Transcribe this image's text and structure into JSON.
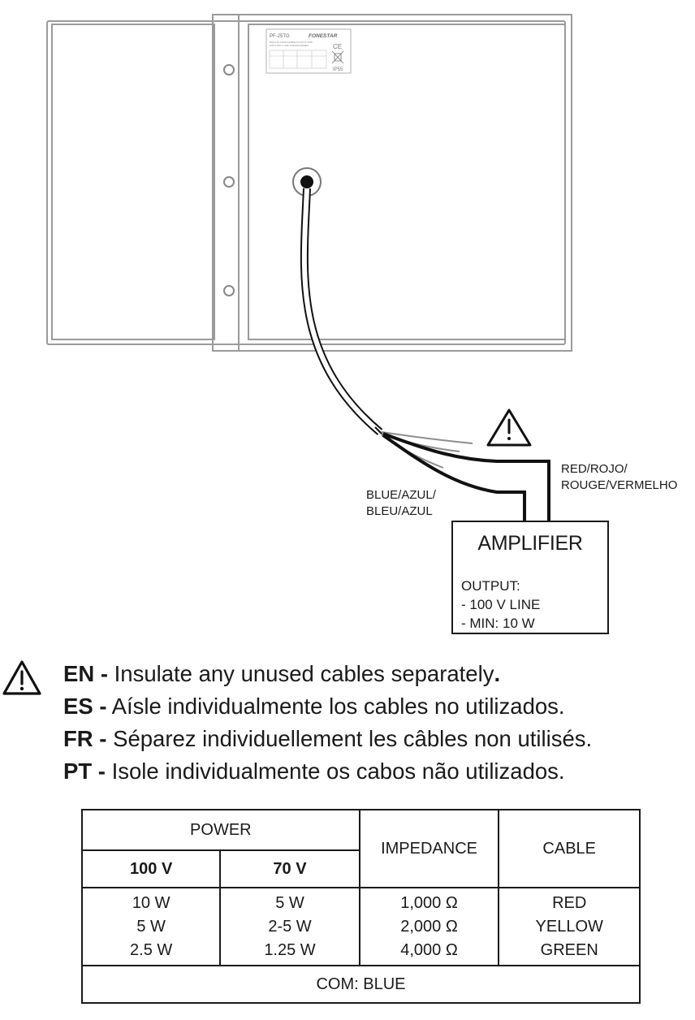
{
  "device": {
    "label_model": "PF-25TG",
    "label_brand": "FONESTAR",
    "label_text_1": "BUILT-IN SWITCHABLE PLASTIC AMP",
    "label_text_2": "WITH 100 V LINE TRANSFORMER",
    "label_ce": "CE",
    "label_ip": "IP55"
  },
  "wires": {
    "blue_label": [
      "BLUE/AZUL/",
      "BLEU/AZUL"
    ],
    "red_label": [
      "RED/ROJO/",
      "ROUGE/VERMELHO"
    ]
  },
  "amplifier": {
    "title": "AMPLIFIER",
    "lines": [
      "OUTPUT:",
      "- 100 V LINE",
      "- MIN: 10 W"
    ]
  },
  "warnings": [
    {
      "code": "EN -",
      "text": "Insulate any unused cables separately",
      "end": "."
    },
    {
      "code": "ES -",
      "text": "Aísle individualmente los cables no utilizados.",
      "end": ""
    },
    {
      "code": "FR -",
      "text": "Séparez individuellement les câbles non utilisés.",
      "end": ""
    },
    {
      "code": "PT -",
      "text": "Isole individualmente os cabos não utilizados.",
      "end": ""
    }
  ],
  "table": {
    "power_header": "POWER",
    "sub_headers": [
      "100 V",
      "70 V"
    ],
    "impedance_header": "IMPEDANCE",
    "cable_header": "CABLE",
    "columns": {
      "power_100v": [
        "10 W",
        "5 W",
        "2.5 W"
      ],
      "power_70v": [
        "5 W",
        "2-5 W",
        "1.25 W"
      ],
      "impedance": [
        "1,000 Ω",
        "2,000 Ω",
        "4,000 Ω"
      ],
      "cable": [
        "RED",
        "YELLOW",
        "GREEN"
      ]
    },
    "footer": "COM: BLUE"
  },
  "icons": [
    "warning-triangle-icon"
  ],
  "colors": {
    "line": "#1a1a1a",
    "outline": "#9a9a9a"
  }
}
